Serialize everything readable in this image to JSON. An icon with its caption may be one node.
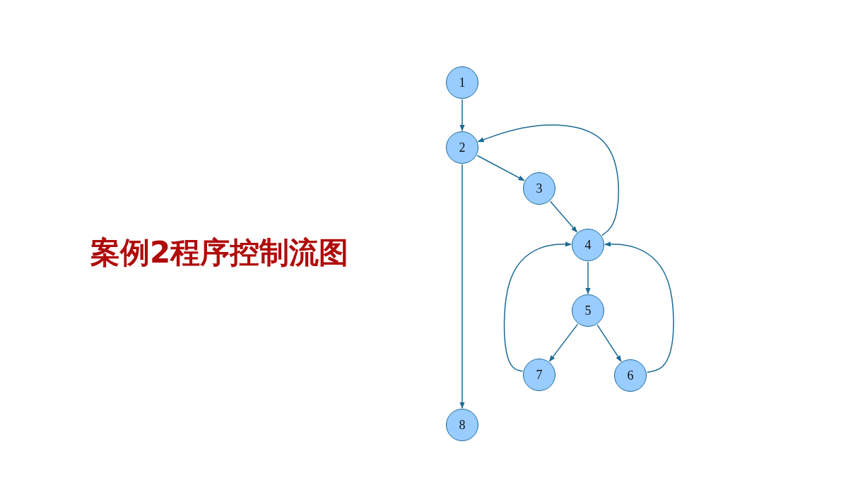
{
  "diagram": {
    "title": "案例2程序控制流图",
    "nodes": [
      {
        "text": [
          "1"
        ]
      },
      {
        "text": [
          "2"
        ]
      },
      {
        "text": [
          "3"
        ]
      },
      {
        "text": [
          "4"
        ]
      },
      {
        "text": [
          "5"
        ]
      },
      {
        "text": [
          "7"
        ]
      },
      {
        "text": [
          "6"
        ]
      },
      {
        "text": [
          "8"
        ]
      }
    ],
    "edges": [
      {
        "from": 0,
        "to": 1,
        "arrow": "to"
      },
      {
        "from": 1,
        "to": 2,
        "arrow": "to"
      },
      {
        "from": 1,
        "to": 7,
        "arrow": "to"
      },
      {
        "from": 2,
        "to": 3,
        "arrow": "to"
      },
      {
        "from": 3,
        "to": 1,
        "arrow": "to"
      },
      {
        "from": 3,
        "to": 4,
        "arrow": "to"
      },
      {
        "from": 4,
        "to": 5,
        "arrow": "to"
      },
      {
        "from": 4,
        "to": 6,
        "arrow": "to"
      },
      {
        "from": 5,
        "to": 3,
        "arrow": "to"
      },
      {
        "from": 6,
        "to": 3,
        "arrow": "to"
      }
    ]
  }
}
